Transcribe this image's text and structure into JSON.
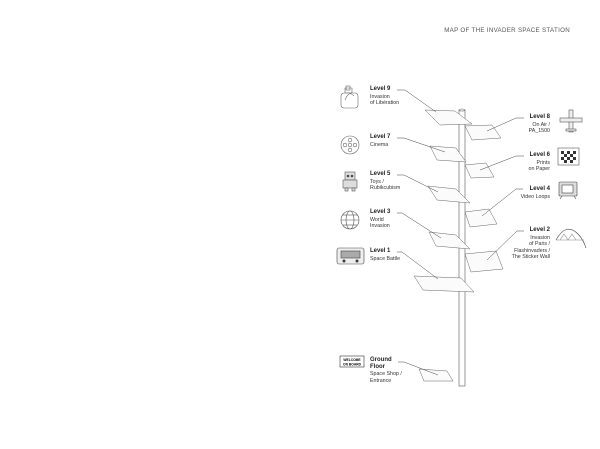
{
  "title": "MAP OF THE INVADER SPACE STATION",
  "levels_left": [
    {
      "name": "Level 9",
      "desc": "Invasion\nof Libération",
      "icon": "space-invader-sculpture-icon"
    },
    {
      "name": "Level 7",
      "desc": "Cinema",
      "icon": "film-reel-icon"
    },
    {
      "name": "Level 5",
      "desc": "Toys /\nRubikcubism",
      "icon": "robot-toy-icon"
    },
    {
      "name": "Level 3",
      "desc": "World\nInvasion",
      "icon": "globe-icon"
    },
    {
      "name": "Level 1",
      "desc": "Space Battle",
      "icon": "arcade-console-icon"
    }
  ],
  "levels_right": [
    {
      "name": "Level 8",
      "desc": "On Air /\nPA_1500",
      "icon": "airplane-icon"
    },
    {
      "name": "Level 6",
      "desc": "Prints\non Paper",
      "icon": "pixel-print-icon"
    },
    {
      "name": "Level 4",
      "desc": "Video Loops",
      "icon": "television-icon"
    },
    {
      "name": "Level 2",
      "desc": "Invasion\nof Paris /\nFlashinvaders /\nThe Sticker Wall",
      "icon": "paris-dome-icon"
    }
  ],
  "ground": {
    "name": "Ground\nFloor",
    "desc": "Space Shop /\nEntrance",
    "sign_line1": "WELCOME",
    "sign_line2": "ON BOARD",
    "icon": "welcome-sign-icon"
  }
}
